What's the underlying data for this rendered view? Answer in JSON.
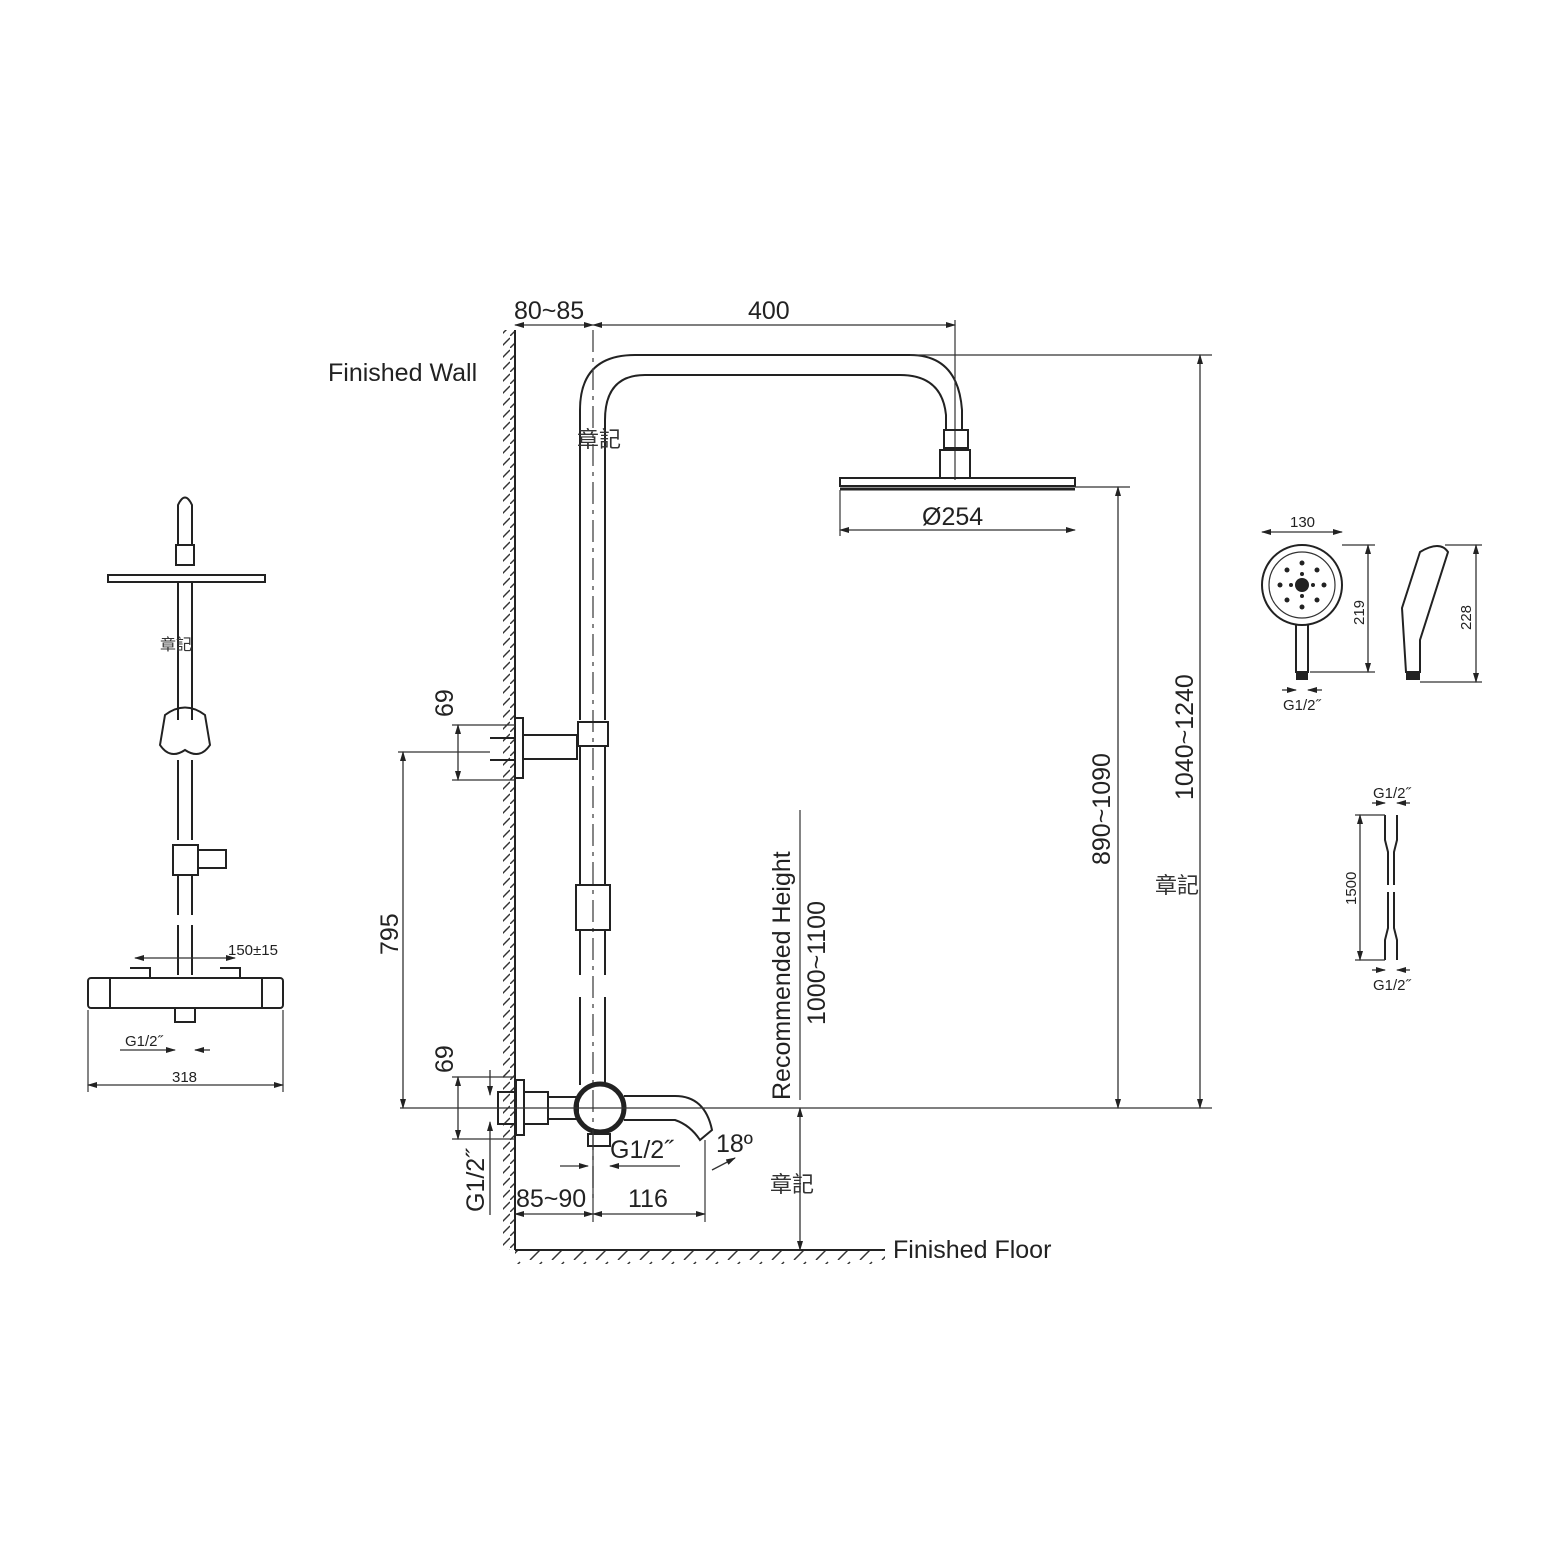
{
  "main_view": {
    "wall_label": "Finished Wall",
    "floor_label": "Finished Floor",
    "dim_wall_offset_top": "80~85",
    "dim_arm_length": "400",
    "dim_head_diameter": "Ø254",
    "dim_total_height": "1040~1240",
    "dim_head_height": "890~1090",
    "dim_bracket_top": "69",
    "dim_bracket_spacing": "795",
    "dim_bracket_bottom": "69",
    "dim_inlet_thread": "G1/2˝",
    "dim_outlet_thread": "G1/2˝",
    "dim_angle": "18º",
    "dim_wall_offset_bottom": "85~90",
    "dim_spout": "116",
    "recommended_label": "Recommended Height",
    "recommended_value": "1000~1100"
  },
  "front_view": {
    "dim_centers": "150±15",
    "dim_thread": "G1/2˝",
    "dim_width": "318"
  },
  "hand_shower": {
    "dim_width": "130",
    "dim_height_front": "219",
    "dim_height_side": "228",
    "dim_thread": "G1/2˝"
  },
  "hose": {
    "dim_top_thread": "G1/2˝",
    "dim_length": "1500",
    "dim_bottom_thread": "G1/2˝"
  },
  "watermark": "章記"
}
